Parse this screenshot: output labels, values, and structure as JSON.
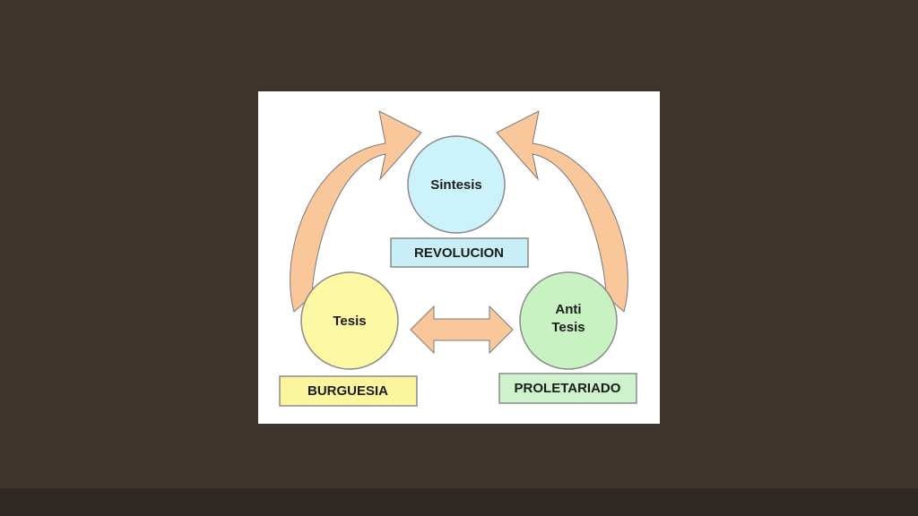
{
  "diagram": {
    "nodes": {
      "sintesis": {
        "text": "Sintesis",
        "fill": "#ccf3fb"
      },
      "tesis": {
        "text": "Tesis",
        "fill": "#fdf8a3"
      },
      "antitesis": {
        "line1": "Anti",
        "line2": "Tesis",
        "fill": "#c8f2c2"
      }
    },
    "labels": {
      "revolucion": {
        "text": "REVOLUCION",
        "fill": "#c8eef8"
      },
      "burguesia": {
        "text": "BURGUESIA",
        "fill": "#fbf59e"
      },
      "proletariado": {
        "text": "PROLETARIADO",
        "fill": "#cef3cc"
      }
    },
    "arrow_fill": "#f9c79a",
    "arrow_stroke": "#7a7a7a"
  }
}
